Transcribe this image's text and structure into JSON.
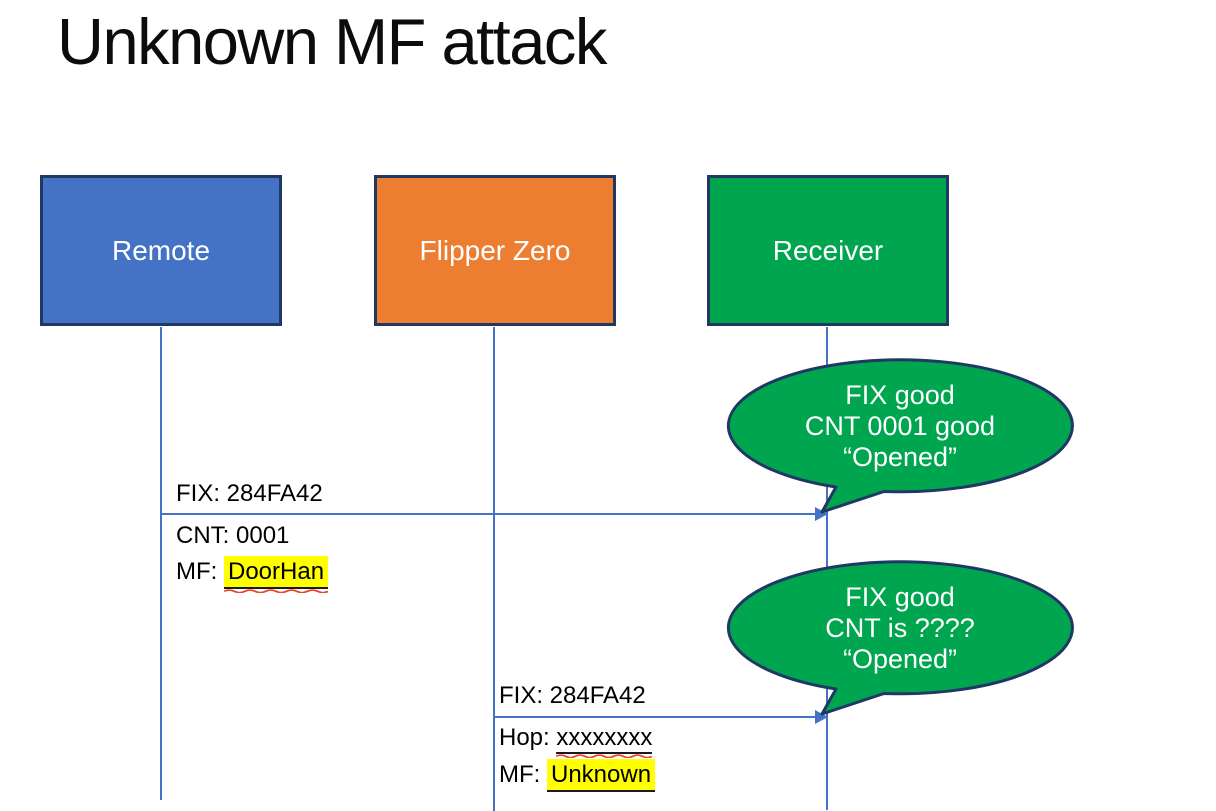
{
  "slide": {
    "title": "Unknown MF attack"
  },
  "actors": [
    {
      "label": "Remote",
      "fill": "#4472c4"
    },
    {
      "label": "Flipper Zero",
      "fill": "#ed7d31"
    },
    {
      "label": "Receiver",
      "fill": "#00a64f"
    }
  ],
  "messages": [
    {
      "from": "Remote",
      "to": "Receiver",
      "line1": "FIX: 284FA42",
      "line2": "CNT: 0001",
      "line3_prefix": "MF: ",
      "line3_flagged": "DoorHan"
    },
    {
      "from": "Flipper Zero",
      "to": "Receiver",
      "line1": "FIX: 284FA42",
      "line2_prefix": "Hop: ",
      "line2_flagged": "xxxxxxxx",
      "line3_prefix": "MF: ",
      "line3_flagged": "Unknown"
    }
  ],
  "callouts": [
    {
      "line1": "FIX good",
      "line2": "CNT 0001 good",
      "line3": "“Opened”"
    },
    {
      "line1": "FIX good",
      "line2": "CNT is ????",
      "line3": "“Opened”"
    }
  ],
  "colors": {
    "actor_border": "#1f3864",
    "callout_fill": "#00a64f",
    "callout_border": "#1f3864",
    "connector": "#4472c4",
    "highlight": "#ffff00",
    "squiggle": "#e8442e",
    "text": "#000000",
    "title_text": "#0c0c0c"
  }
}
